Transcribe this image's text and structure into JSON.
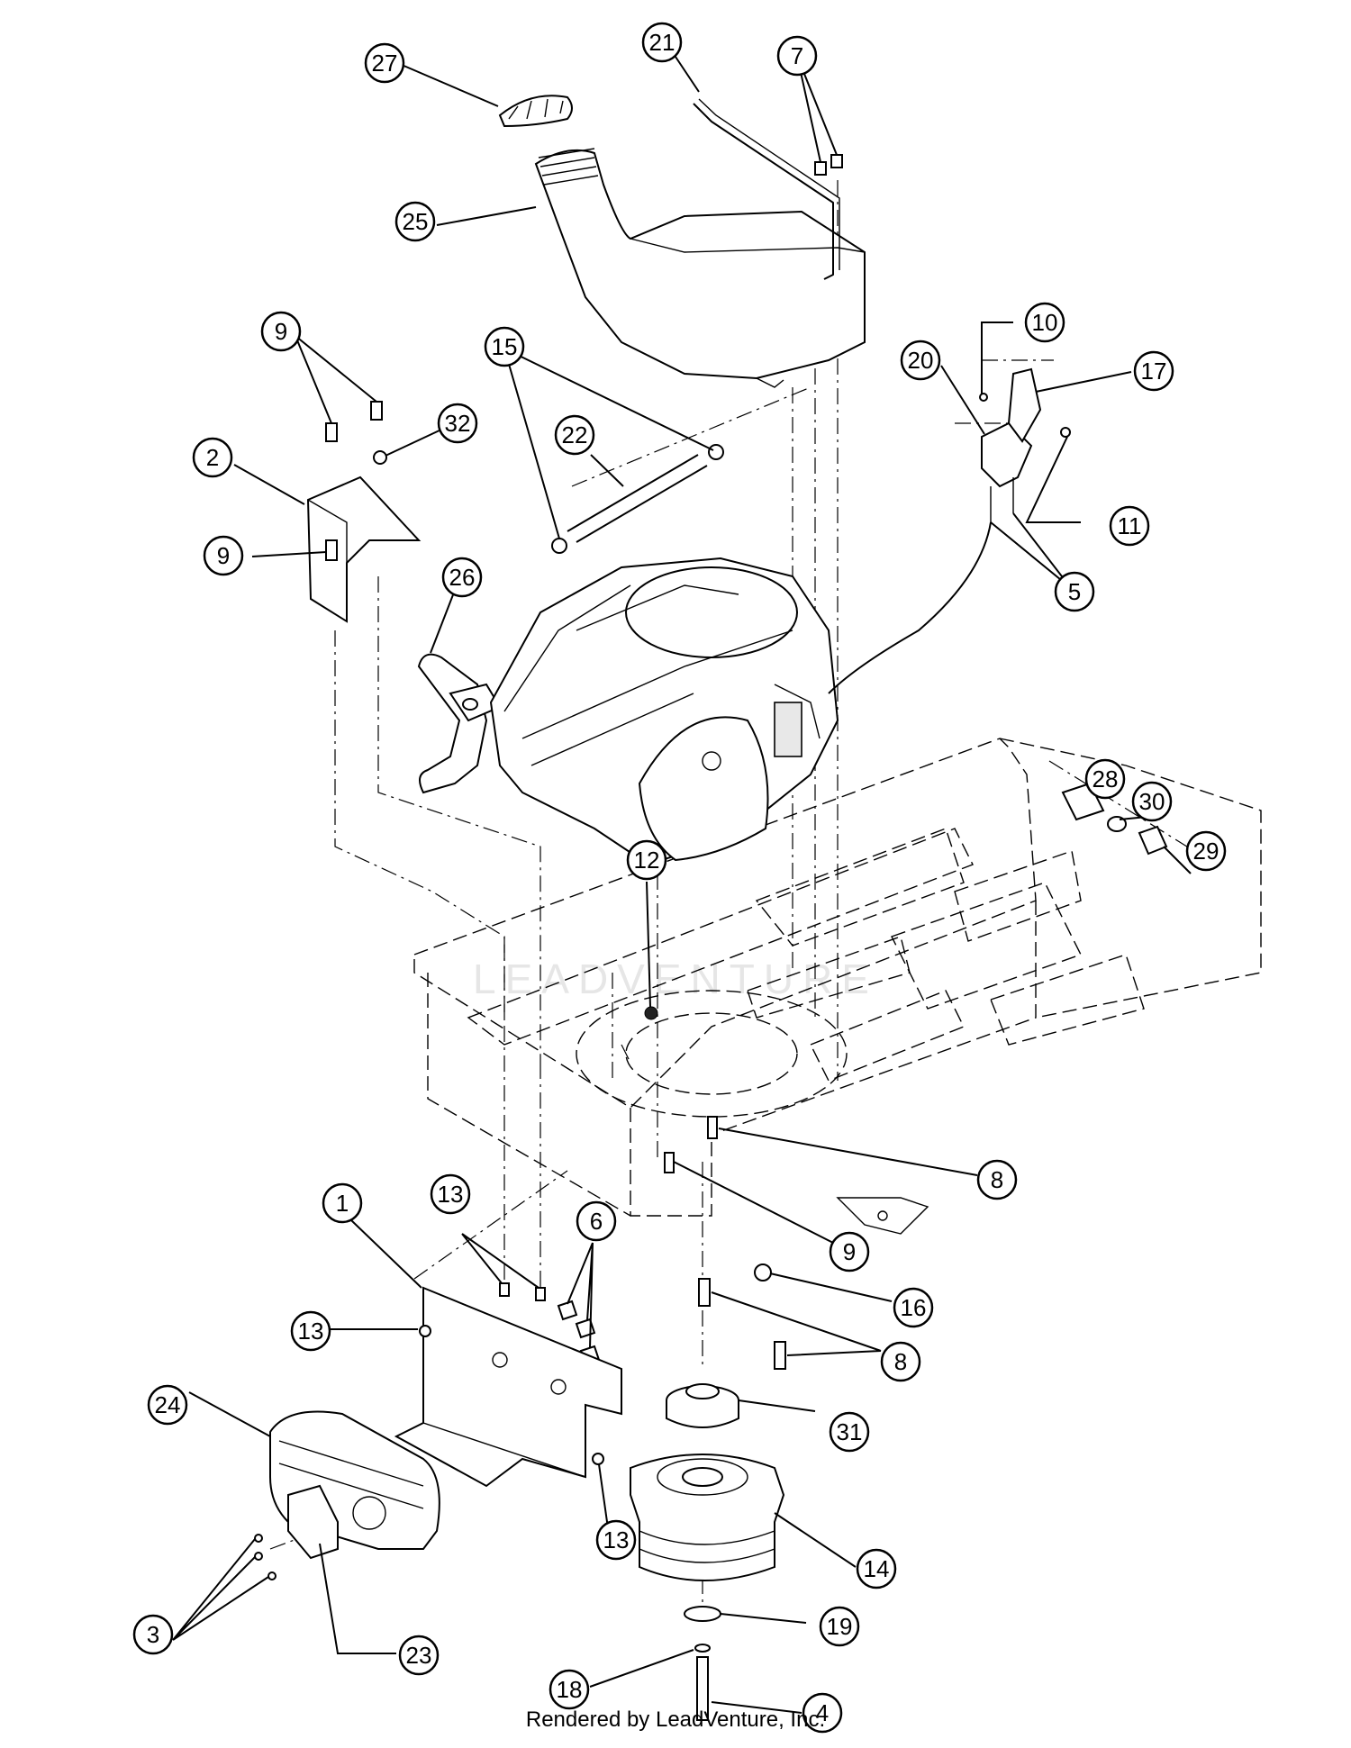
{
  "footer": "Rendered by LeadVenture, Inc.",
  "watermark": "LEADVENTURE",
  "callouts": [
    {
      "label": "27"
    },
    {
      "label": "21"
    },
    {
      "label": "7"
    },
    {
      "label": "25"
    },
    {
      "label": "9"
    },
    {
      "label": "32"
    },
    {
      "label": "15"
    },
    {
      "label": "22"
    },
    {
      "label": "2"
    },
    {
      "label": "9"
    },
    {
      "label": "26"
    },
    {
      "label": "10"
    },
    {
      "label": "17"
    },
    {
      "label": "20"
    },
    {
      "label": "11"
    },
    {
      "label": "5"
    },
    {
      "label": "28"
    },
    {
      "label": "30"
    },
    {
      "label": "29"
    },
    {
      "label": "12"
    },
    {
      "label": "8"
    },
    {
      "label": "1"
    },
    {
      "label": "13"
    },
    {
      "label": "6"
    },
    {
      "label": "9"
    },
    {
      "label": "13"
    },
    {
      "label": "16"
    },
    {
      "label": "8"
    },
    {
      "label": "24"
    },
    {
      "label": "31"
    },
    {
      "label": "13"
    },
    {
      "label": "14"
    },
    {
      "label": "3"
    },
    {
      "label": "23"
    },
    {
      "label": "19"
    },
    {
      "label": "18"
    },
    {
      "label": "4"
    }
  ]
}
